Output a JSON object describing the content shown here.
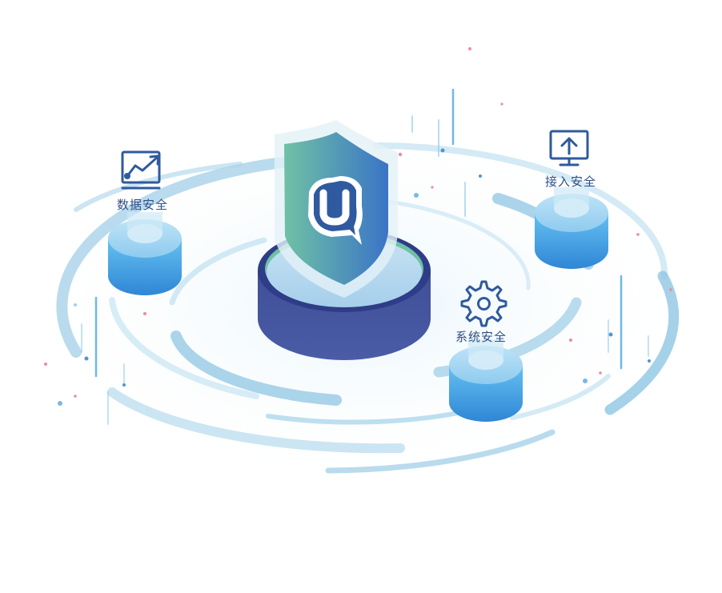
{
  "nodes": {
    "data_security": {
      "label": "数据安全",
      "icon": "trend-chart-icon"
    },
    "access_security": {
      "label": "接入安全",
      "icon": "monitor-upload-icon"
    },
    "system_security": {
      "label": "系统安全",
      "icon": "gear-icon"
    }
  },
  "center": {
    "logo_letter": "U",
    "icon": "shield-logo-icon"
  },
  "colors": {
    "ring": "#8fc6e3",
    "cylinder_top": "#a9d8f2",
    "cylinder_side": "#3a9ee6",
    "platform": "#43549e",
    "shield_start": "#6fc1a5",
    "shield_end": "#3a76c4",
    "icon": "#2f5a9e"
  }
}
